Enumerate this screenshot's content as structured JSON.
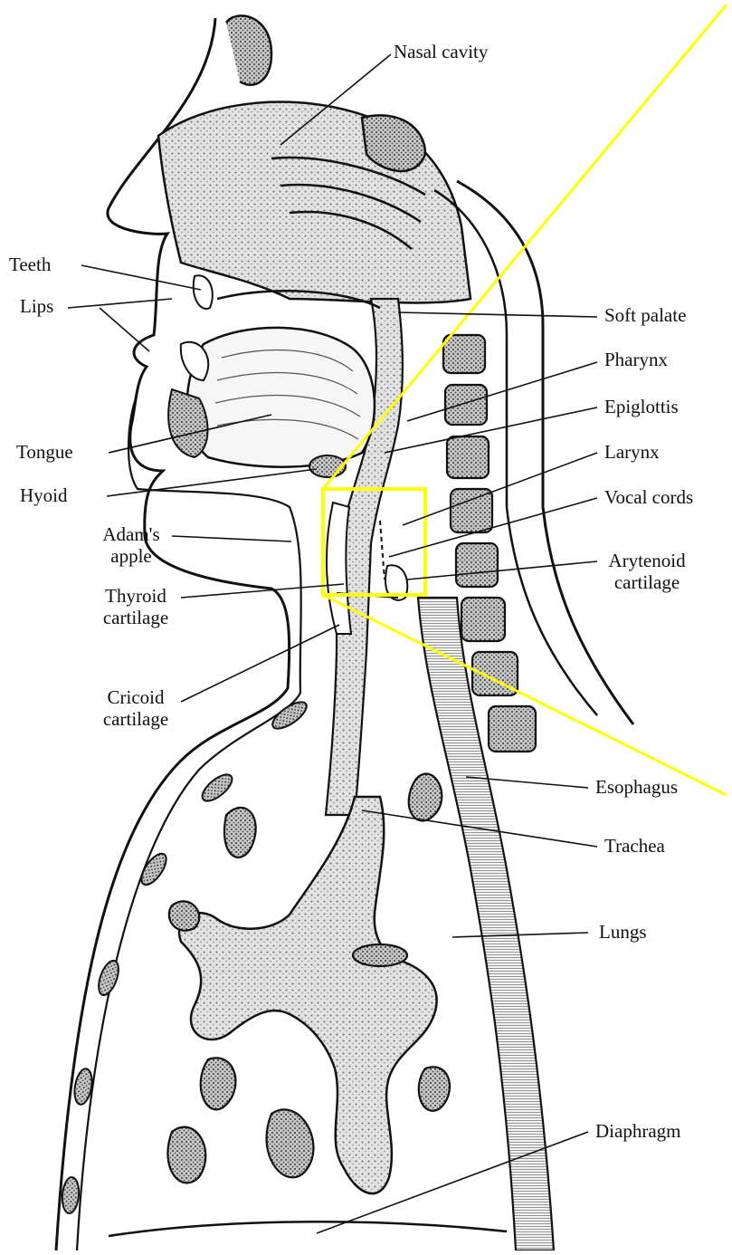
{
  "diagram": {
    "labels": {
      "nasal_cavity": "Nasal cavity",
      "teeth": "Teeth",
      "lips": "Lips",
      "soft_palate": "Soft palate",
      "pharynx": "Pharynx",
      "tongue": "Tongue",
      "epiglottis": "Epiglottis",
      "hyoid": "Hyoid",
      "larynx": "Larynx",
      "vocal_cords": "Vocal cords",
      "adams_apple": "Adam's\napple",
      "arytenoid_cartilage": "Arytenoid\ncartilage",
      "thyroid_cartilage": "Thyroid\ncartilage",
      "cricoid_cartilage": "Cricoid\ncartilage",
      "esophagus": "Esophagus",
      "trachea": "Trachea",
      "lungs": "Lungs",
      "diaphragm": "Diaphragm"
    },
    "colors": {
      "line": "#111111",
      "stipple": "#9a9a9a",
      "shade": "#d9d9d9",
      "highlight": "#ffff00",
      "background": "#ffffff"
    }
  }
}
